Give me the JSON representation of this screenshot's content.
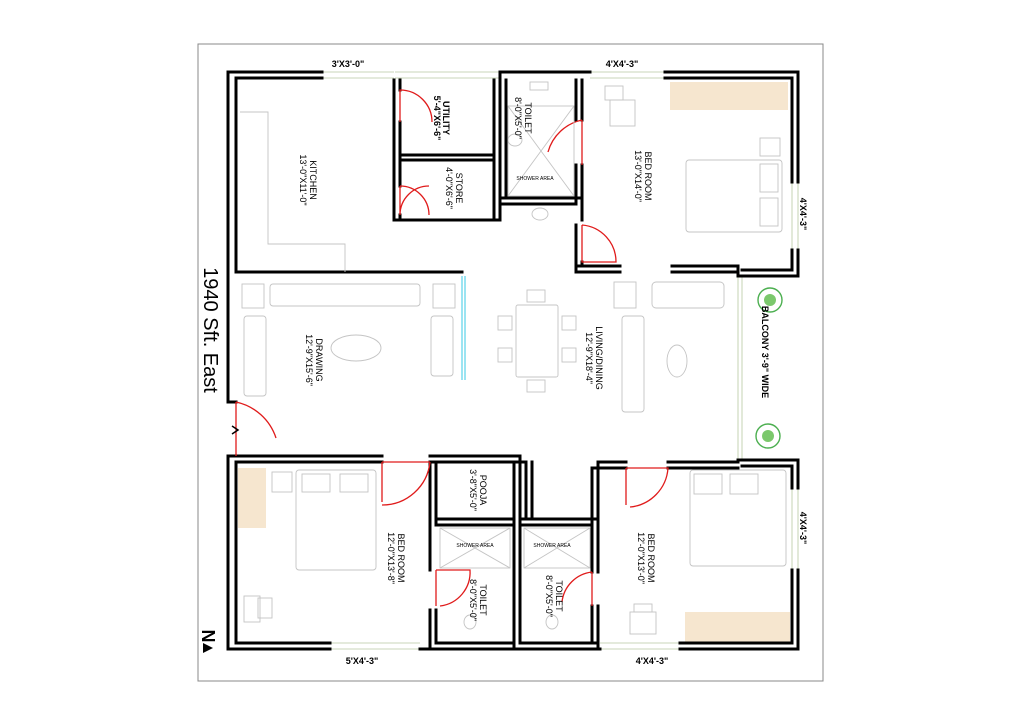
{
  "plan": {
    "title": "1940 Sft. East",
    "north": "N",
    "colors": {
      "wall": "#000000",
      "door": "#e01b1b",
      "furniture": "#c4c4c4",
      "plant": "#4caf50",
      "glass": "#37c8e6"
    },
    "rooms": {
      "kitchen": {
        "name": "KITCHEN",
        "size": "13'-0\"X11'-0\""
      },
      "utility": {
        "name": "UTILITY",
        "size": "5'-4\"X6'-6\""
      },
      "store": {
        "name": "STORE",
        "size": "4'-0\"X6'-6\""
      },
      "toilet_top": {
        "name": "TOILET",
        "size": "8'-0\"X5'-0\""
      },
      "bedroom_top": {
        "name": "BED ROOM",
        "size": "13'-0\"X14'-0\""
      },
      "drawing": {
        "name": "DRAWING",
        "size": "12'-9\"X15'-6\""
      },
      "living": {
        "name": "LIVING/DINING",
        "size": "12'-9\"X18'-4\""
      },
      "balcony": {
        "name": "BALCONY 3'-9\" WIDE"
      },
      "pooja": {
        "name": "POOJA",
        "size": "3'-8\"X5'-0\""
      },
      "bedroom_left": {
        "name": "BED ROOM",
        "size": "12'-0\"X13'-8\""
      },
      "toilet_mid": {
        "name": "TOILET",
        "size": "8'-0\"X5'-0\""
      },
      "toilet_right": {
        "name": "TOILET",
        "size": "8'-0\"X5'-0\""
      },
      "bedroom_right": {
        "name": "BED ROOM",
        "size": "12'-0\"X13'-0\""
      }
    },
    "shower_area": "SHOWER AREA",
    "windows": {
      "top_left": "3'X3'-0\"",
      "top_right": "4'X4'-3\"",
      "right_upper": "4'X4'-3\"",
      "right_lower": "4'X4'-3\"",
      "bottom_left": "5'X4'-3\"",
      "bottom_right": "4'X4'-3\""
    }
  }
}
